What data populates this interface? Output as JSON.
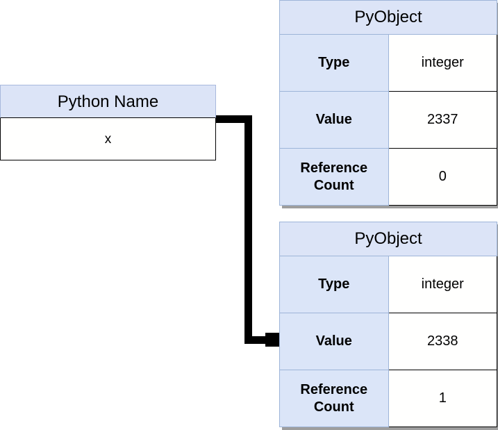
{
  "diagram": {
    "title": "Python name binding to PyObject reference diagram",
    "colors": {
      "header_fill": "#dce4f7",
      "label_fill": "#dbe5f8",
      "value_fill": "#fffffe",
      "light_border": "#9db4d8",
      "dark_border": "#000000",
      "shadow": "#9e9e9e",
      "connector": "#000000"
    },
    "name_box": {
      "header": "Python Name",
      "value": "x"
    },
    "objects": [
      {
        "title": "PyObject",
        "rows": [
          {
            "label": "Type",
            "value": "integer"
          },
          {
            "label": "Value",
            "value": "2337"
          },
          {
            "label": "Reference Count",
            "value": "0"
          }
        ]
      },
      {
        "title": "PyObject",
        "rows": [
          {
            "label": "Type",
            "value": "integer"
          },
          {
            "label": "Value",
            "value": "2338"
          },
          {
            "label": "Reference Count",
            "value": "1"
          }
        ]
      }
    ],
    "connector": {
      "from": "Python Name value cell",
      "to": "PyObject #2 Value row",
      "arrowhead": "square"
    }
  }
}
